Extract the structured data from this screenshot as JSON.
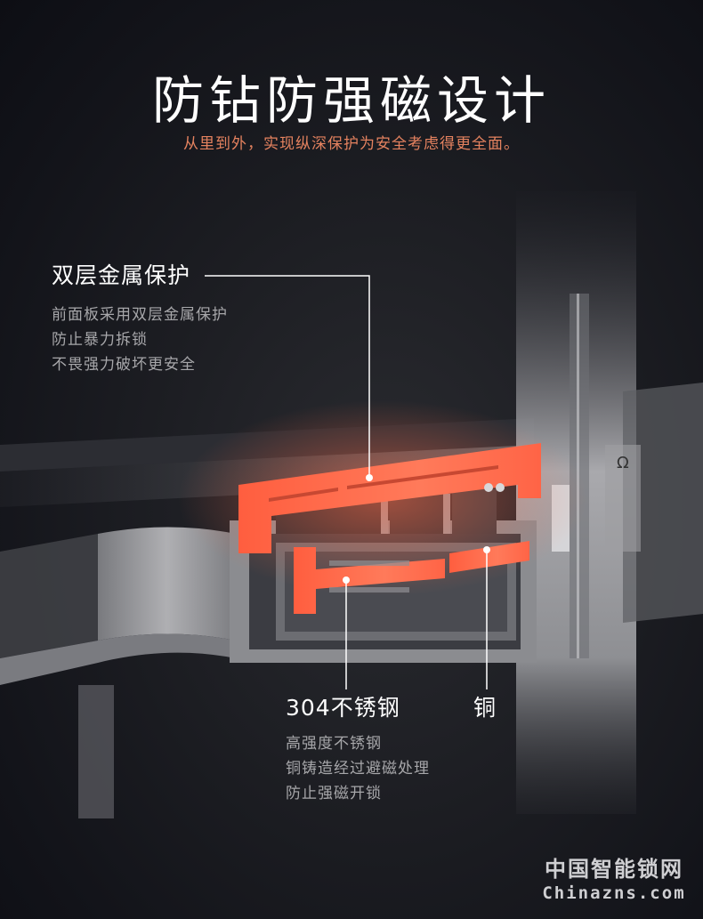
{
  "header": {
    "title": "防钻防强磁设计",
    "subtitle": "从里到外，实现纵深保护为安全考虑得更全面。",
    "subtitle_color": "#e4825f"
  },
  "callouts": [
    {
      "id": "double-metal",
      "title": "双层金属保护",
      "lines": [
        "前面板采用双层金属保护",
        "防止暴力拆锁",
        "不畏强力破坏更安全"
      ]
    },
    {
      "id": "stainless-steel",
      "title": "304不锈钢",
      "lines": [
        "高强度不锈钢",
        "铜铸造经过避磁处理",
        "防止强磁开锁"
      ]
    },
    {
      "id": "copper",
      "title": "铜",
      "lines": []
    }
  ],
  "watermark": {
    "cn": "中国智能锁网",
    "en": "Chinazns.com"
  },
  "colors": {
    "highlight": "#ff6a47",
    "metal": "#9a9a9e",
    "background": "#1b1c21"
  }
}
